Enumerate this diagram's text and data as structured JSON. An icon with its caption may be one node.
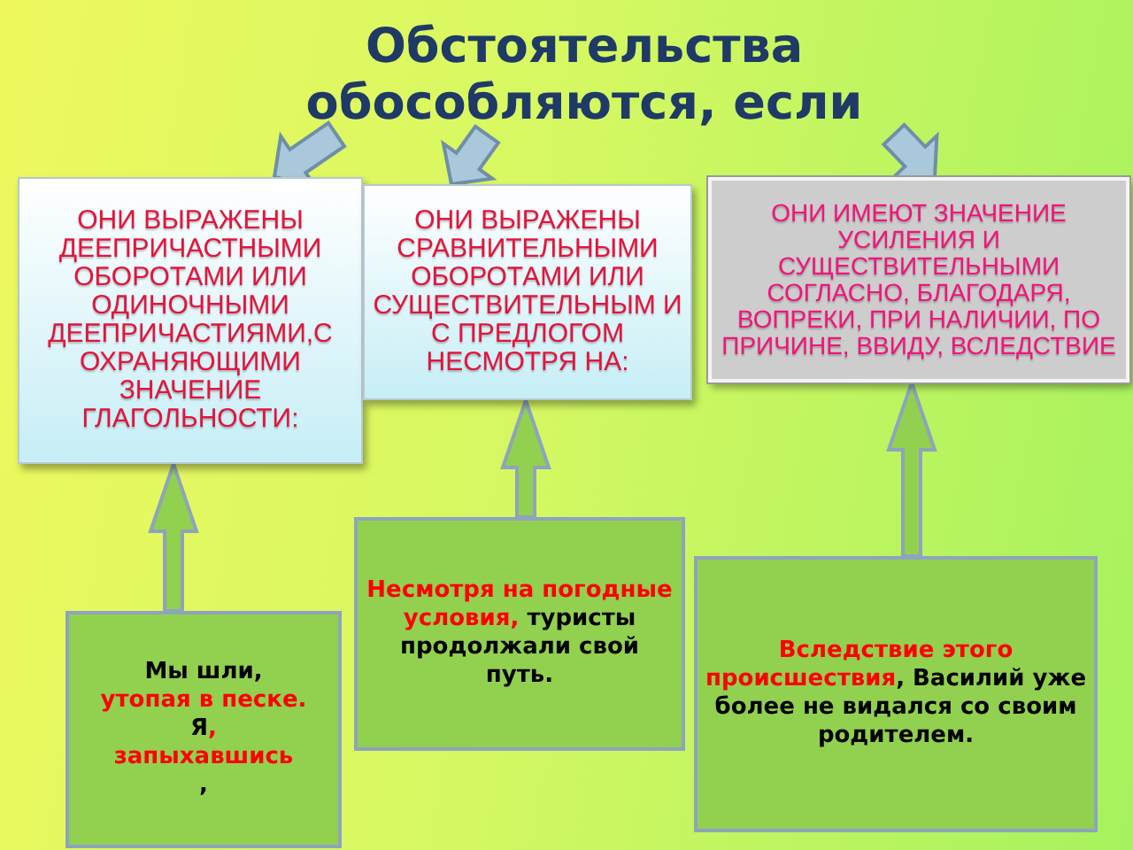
{
  "diagram": {
    "nodes": [
      {
        "text": [
          "Обстоятельства обособляются, если"
        ]
      },
      {
        "text": [
          "ОНИ ВЫРАЖЕНЫ ДЕЕПРИЧАСТНЫМИ ОБОРОТАМИ ИЛИ ОДИНОЧНЫМИ ДЕЕПРИЧАСТИЯМИ,С ОХРАНЯЮЩИМИ ЗНАЧЕНИЕ ГЛАГОЛЬНОСТИ:"
        ]
      },
      {
        "text": [
          "ОНИ ВЫРАЖЕНЫ СРАВНИТЕЛЬНЫМИ ОБОРОТАМИ ИЛИ СУЩЕСТВИТЕЛЬНЫМ И С ПРЕДЛОГОМ НЕСМОТРЯ НА:"
        ]
      },
      {
        "text": [
          "ОНИ ИМЕЮТ ЗНАЧЕНИЕ УСИЛЕНИЯ И СУЩЕСТВИТЕЛЬНЫМИ СОГЛАСНО, БЛАГОДАРЯ, ВОПРЕКИ, ПРИ НАЛИЧИИ, ПО ПРИЧИНЕ, ВВИДУ, ВСЛЕДСТВИЕ"
        ]
      },
      {
        "text": [
          "Мы шли,",
          "утопая в песке.",
          "Я",
          ",",
          "запыхавшись",
          ","
        ]
      },
      {
        "text": [
          "Несмотря на погодные условия,",
          "туристы продолжали свой путь."
        ]
      },
      {
        "text": [
          "Вследствие этого происшествия",
          ", Василий уже более не видался со своим родителем."
        ]
      }
    ],
    "edges": [
      {
        "from": 0,
        "to": 1,
        "arrow": "to",
        "color": "#a9c8dc"
      },
      {
        "from": 0,
        "to": 2,
        "arrow": "to",
        "color": "#a9c8dc"
      },
      {
        "from": 0,
        "to": 3,
        "arrow": "to",
        "color": "#a9c8dc"
      },
      {
        "from": 4,
        "to": 1,
        "arrow": "to"
      },
      {
        "from": 5,
        "to": 2,
        "arrow": "to"
      },
      {
        "from": 6,
        "to": 3,
        "arrow": "to"
      }
    ]
  }
}
